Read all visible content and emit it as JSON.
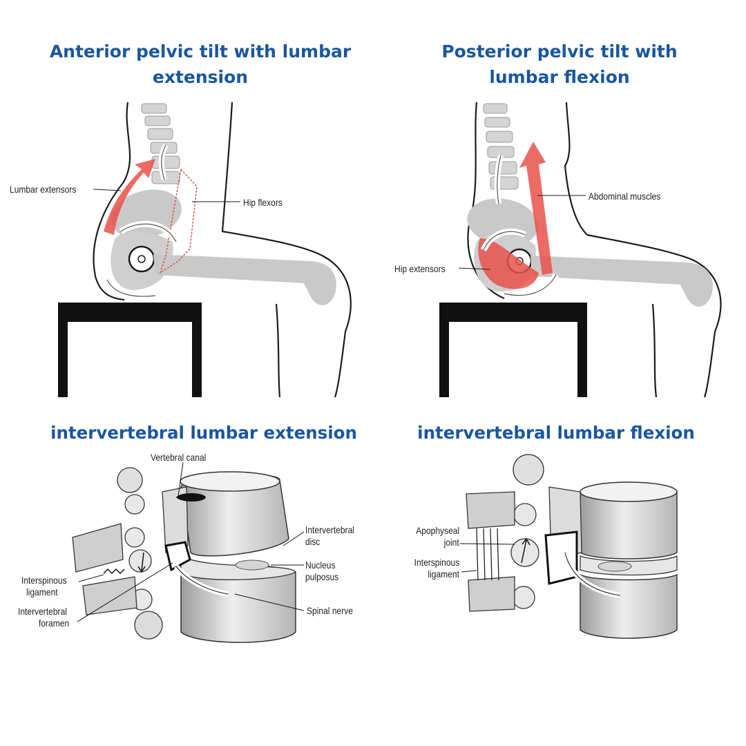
{
  "titles": {
    "anterior": "Anterior pelvic tilt with lumbar extension",
    "posterior": "Posterior pelvic tilt with lumbar flexion",
    "extension": "intervertebral lumbar extension",
    "flexion": "intervertebral lumbar flexion"
  },
  "labels": {
    "lumbar_extensors": "Lumbar extensors",
    "hip_flexors": "Hip flexors",
    "abdominal_muscles": "Abdominal muscles",
    "hip_extensors": "Hip extensors",
    "vertebral_canal": "Vertebral canal",
    "intervertebral_disc_1": "Intervertebral",
    "intervertebral_disc_2": "disc",
    "nucleus_pulposus_1": "Nucleus",
    "nucleus_pulposus_2": "pulposus",
    "spinal_nerve": "Spinal nerve",
    "interspinous_ligament_1": "Interspinous",
    "interspinous_ligament_2": "ligament",
    "intervertebral_foramen_1": "Intervertebral",
    "intervertebral_foramen_2": "foramen",
    "apophyseal_joint_1": "Apophyseal",
    "apophyseal_joint_2": "joint",
    "interspinous_ligament_b_1": "Interspinous",
    "interspinous_ligament_b_2": "ligament"
  },
  "colors": {
    "title": "#1a56a0",
    "muscle_red": "#e8524a",
    "bone_gray": "#c9c9c9",
    "outline": "#1a1a1a"
  }
}
